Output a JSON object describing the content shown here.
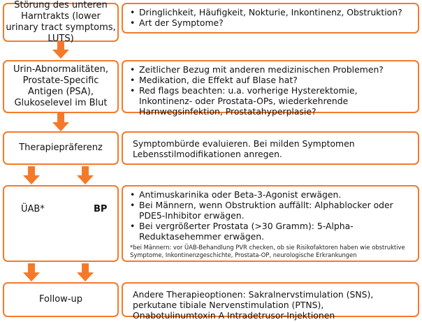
{
  "colors": {
    "accent": "#f47a2a"
  },
  "rows": [
    {
      "left": "Störung des unteren Harntrakts (lower urinary tract symptoms, LUTS)",
      "bullets": [
        "Dringlichkeit, Häufigkeit, Nokturie, Inkontinenz, Obstruktion?",
        "Art der Symptome?"
      ]
    },
    {
      "left": "Urin-Abnormalitäten, Prostate-Specific Antigen (PSA), Glukoselevel im Blut",
      "bullets": [
        "Zeitlicher Bezug mit anderen medizinischen Problemen?",
        "Medikation, die Effekt auf Blase hat?",
        "Red flags beachten: u.a. vorherige Hysterektomie, Inkontinenz- oder Prostata-OPs, wiederkehrende Harnwegsinfektion, Prostatahyperplasie?"
      ]
    },
    {
      "left": "Therapiepräferenz",
      "text": "Symptombürde evaluieren. Bei milden Symptomen Lebensstilmodifikationen anregen."
    },
    {
      "left_a": "ÜAB*",
      "left_b": "BP",
      "bullets": [
        "Antimuskarinika oder Beta-3-Agonist erwägen.",
        "Bei Männern, wenn Obstruktion auffällt: Alphablocker oder PDE5-Inhibitor erwägen.",
        "Bei vergrößerter Prostata (>30 Gramm): 5-Alpha-Reduktasehemmer erwägen."
      ],
      "footnote": "*bei Männern: vor ÜAB-Behandlung PVR checken, ob sie Risikofaktoren haben wie obstruktive Symptome, Inkontinenzgeschichte, Prostata-OP, neurologische Erkrankungen"
    },
    {
      "left": "Follow-up",
      "text": "Andere Therapieoptionen: Sakralnervstimulation (SNS), perkutane tibiale Nervenstimulation (PTNS), Onabotulinumtoxin A Intradetrusor-Injektionen"
    }
  ]
}
